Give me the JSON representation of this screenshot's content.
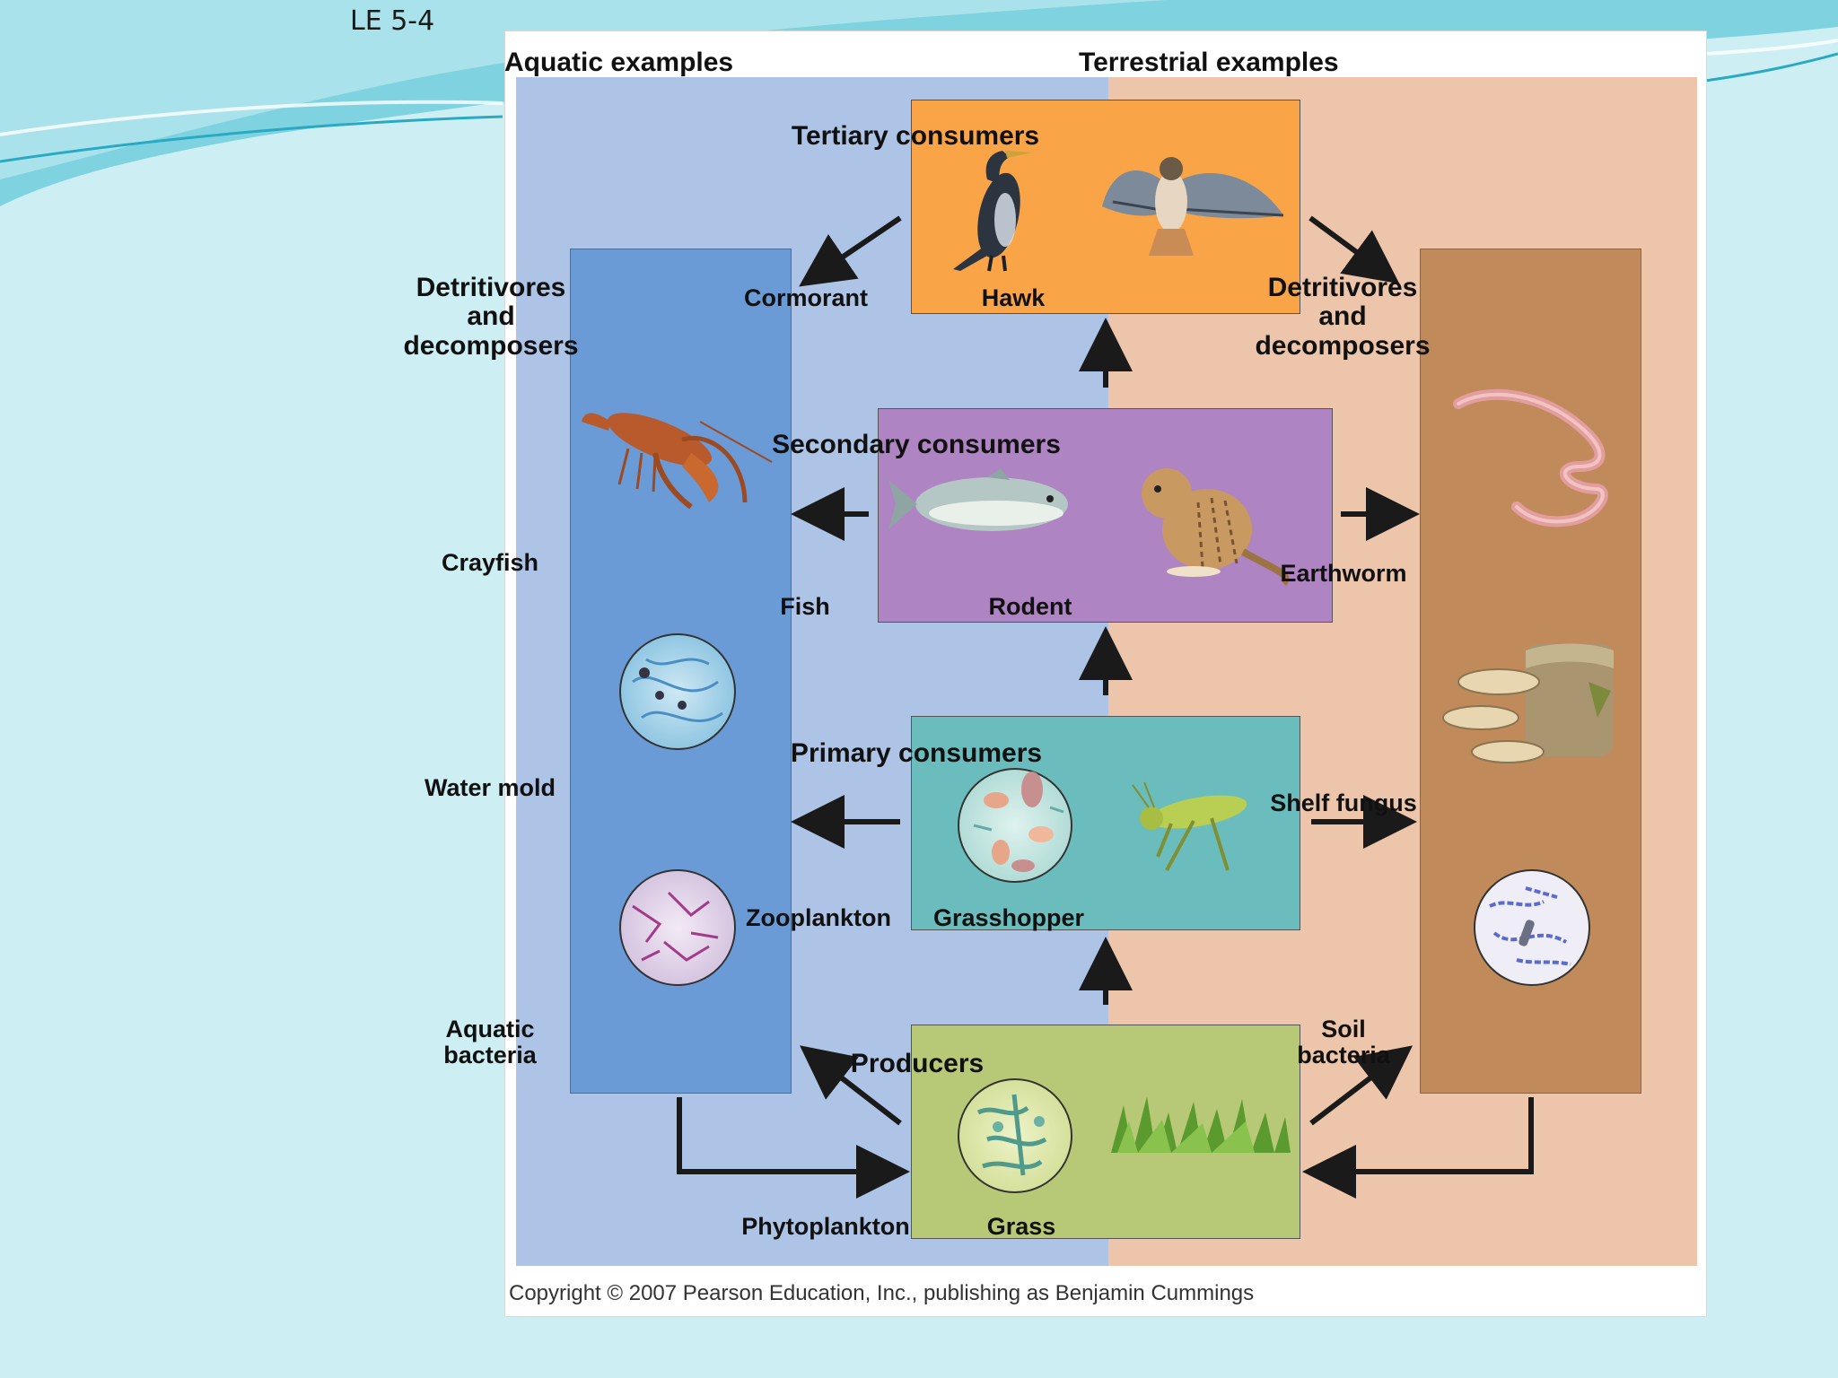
{
  "slide": {
    "label": "LE 5-4"
  },
  "headers": {
    "aquatic": "Aquatic examples",
    "terrestrial": "Terrestrial examples"
  },
  "levels": {
    "tertiary": "Tertiary consumers",
    "secondary": "Secondary consumers",
    "primary": "Primary consumers",
    "producers": "Producers"
  },
  "detritivores": {
    "aquatic": {
      "line1": "Detritivores",
      "line2": "and",
      "line3": "decomposers"
    },
    "terrestrial": {
      "line1": "Detritivores",
      "line2": "and",
      "line3": "decomposers"
    }
  },
  "organisms": {
    "cormorant": "Cormorant",
    "hawk": "Hawk",
    "fish": "Fish",
    "rodent": "Rodent",
    "zooplankton": "Zooplankton",
    "grasshopper": "Grasshopper",
    "phytoplankton": "Phytoplankton",
    "grass": "Grass",
    "crayfish": "Crayfish",
    "water_mold": "Water mold",
    "aquatic_bacteria": {
      "line1": "Aquatic",
      "line2": "bacteria"
    },
    "earthworm": "Earthworm",
    "shelf_fungus": "Shelf fungus",
    "soil_bacteria": {
      "line1": "Soil",
      "line2": "bacteria"
    }
  },
  "copyright": "Copyright © 2007 Pearson Education, Inc., publishing as Benjamin Cummings",
  "colors": {
    "aquatic_panel": "#aec4e6",
    "terrestrial_panel": "#ecc5ab",
    "tertiary": "#f9a447",
    "secondary": "#ae84c2",
    "primary": "#6bbcbc",
    "producers": "#b7c877"
  }
}
